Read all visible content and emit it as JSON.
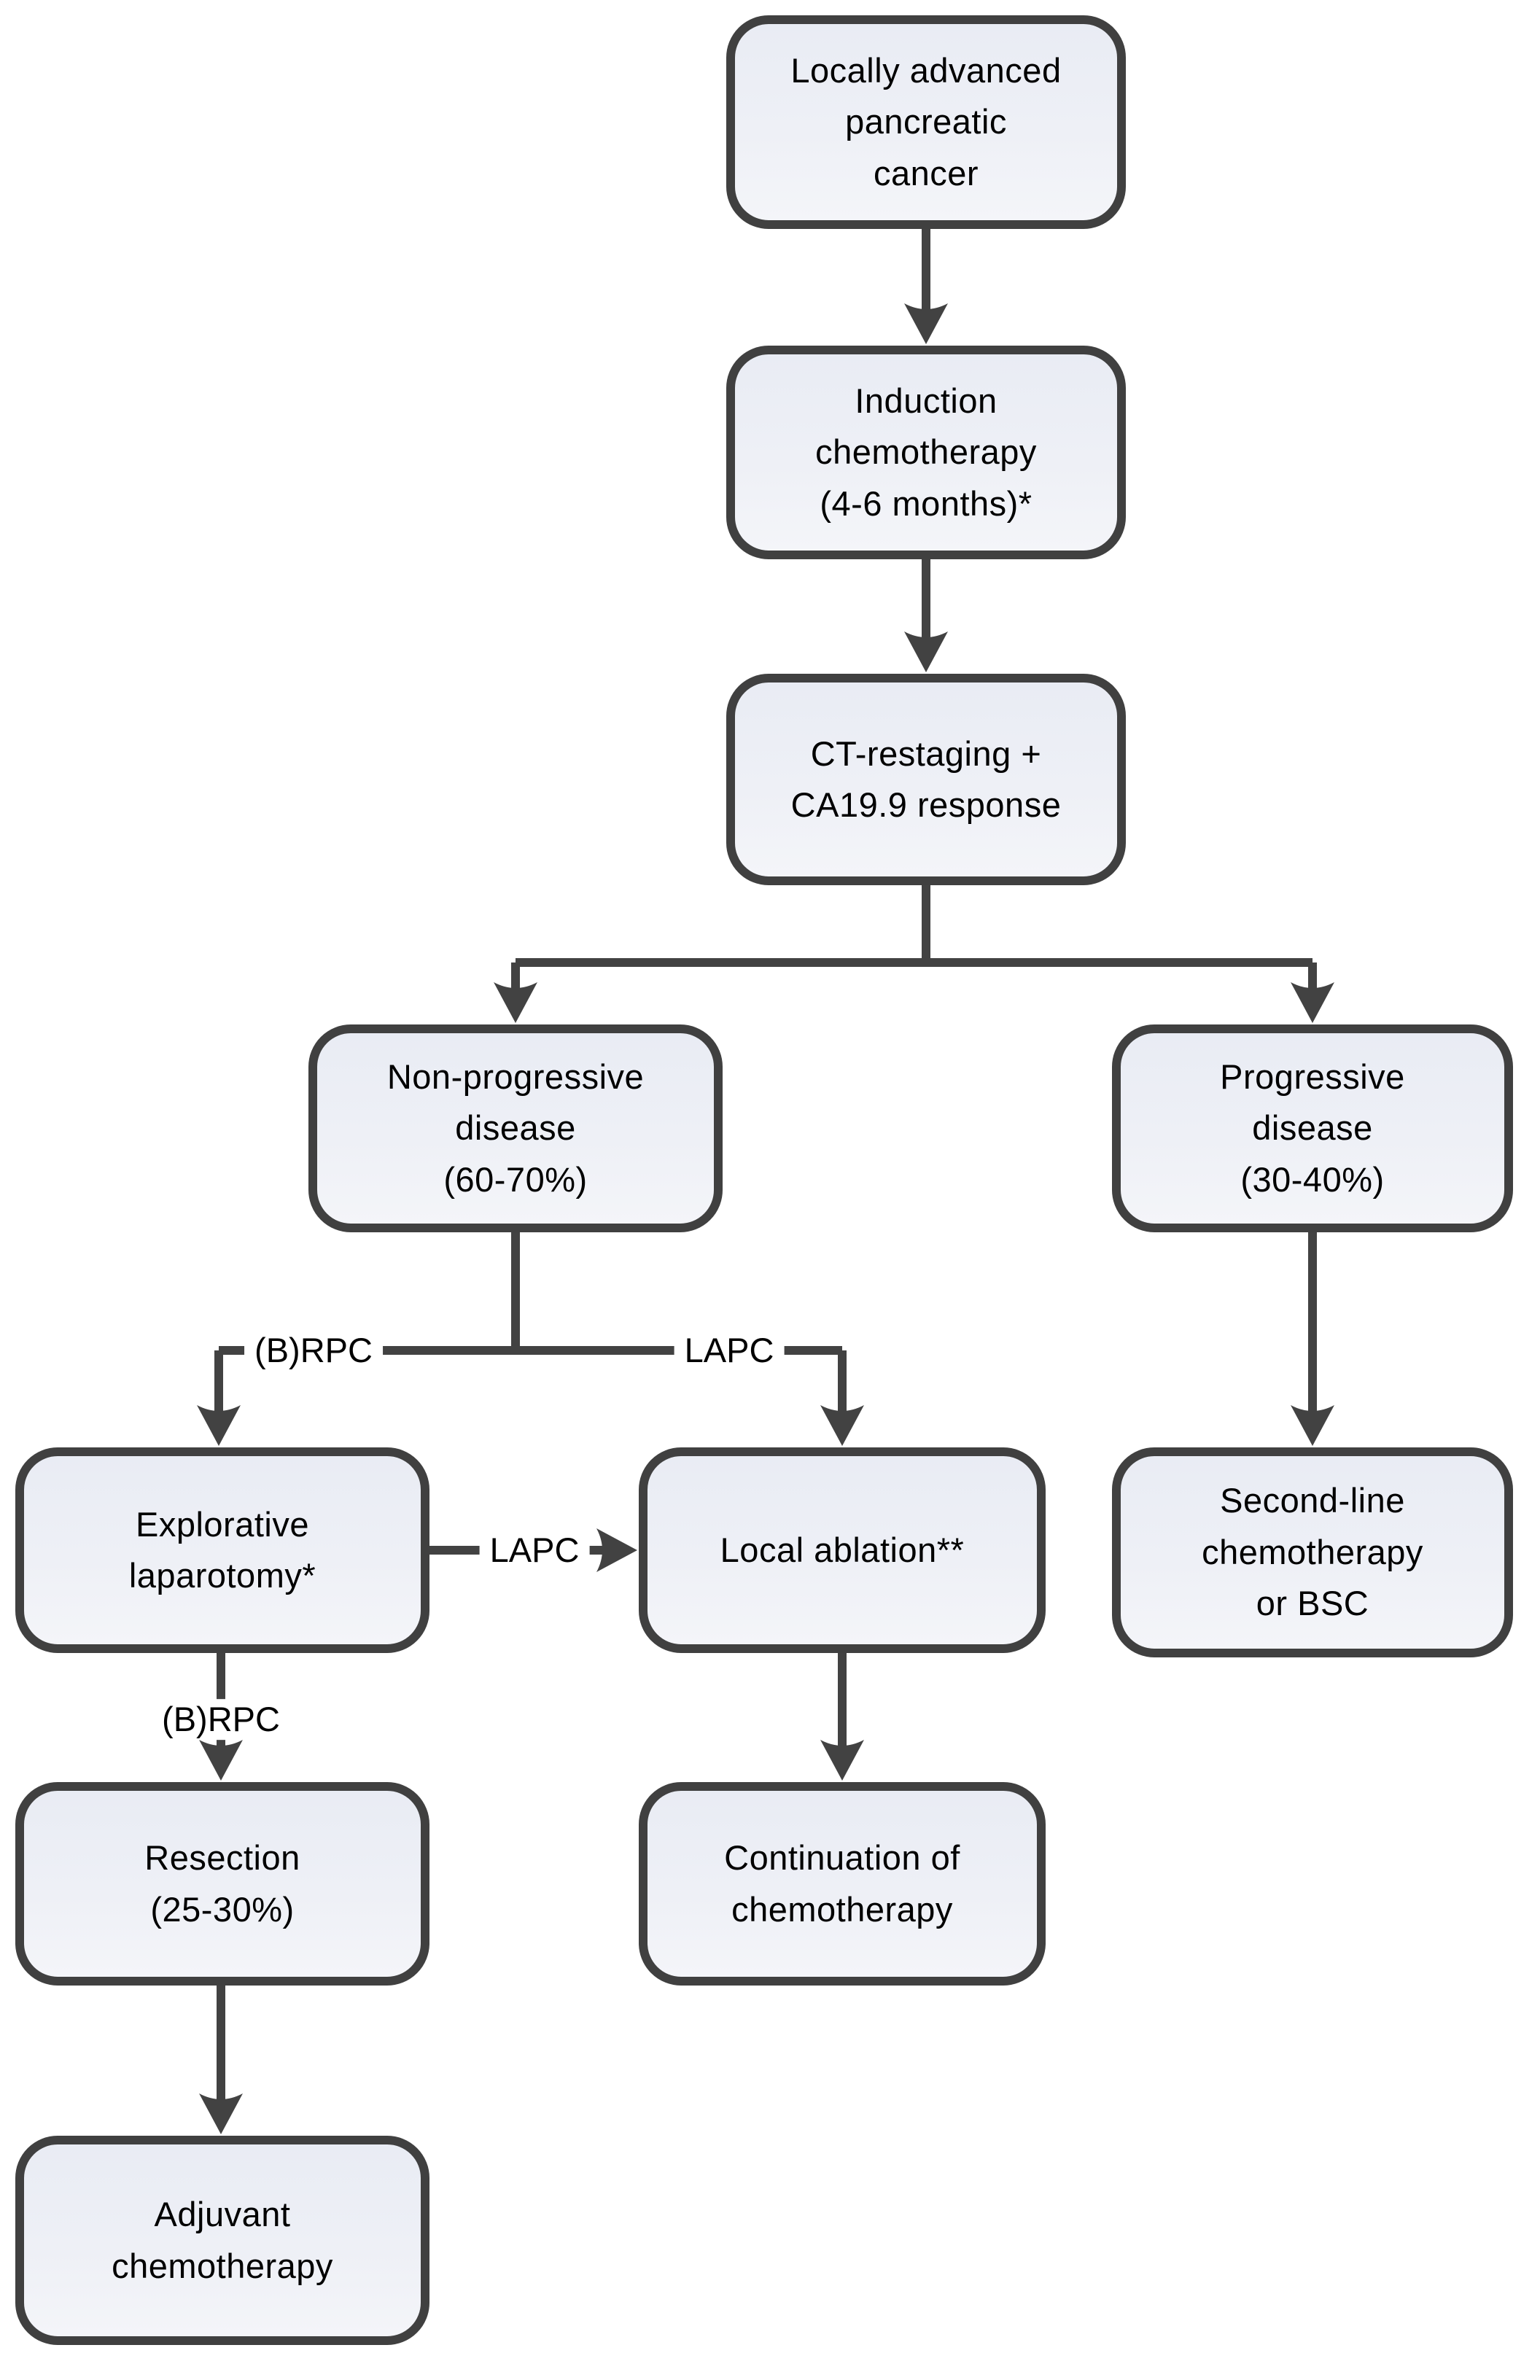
{
  "diagram": {
    "nodes": {
      "locally_advanced": {
        "label": "Locally advanced\npancreatic\ncancer"
      },
      "induction_chemo": {
        "label": "Induction\nchemotherapy\n(4-6 months)*"
      },
      "ct_restaging": {
        "label": "CT-restaging +\nCA19.9 response"
      },
      "non_progressive": {
        "label": "Non-progressive\ndisease\n(60-70%)"
      },
      "progressive": {
        "label": "Progressive\ndisease\n(30-40%)"
      },
      "explorative": {
        "label": "Explorative\nlaparotomy*"
      },
      "local_ablation": {
        "label": "Local ablation**"
      },
      "second_line": {
        "label": "Second-line\nchemotherapy\nor BSC"
      },
      "resection": {
        "label": "Resection\n(25-30%)"
      },
      "continuation": {
        "label": "Continuation of\nchemotherapy"
      },
      "adjuvant": {
        "label": "Adjuvant\nchemotherapy"
      }
    },
    "edge_labels": {
      "brpc_upper": "(B)RPC",
      "lapc_upper": "LAPC",
      "lapc_mid": "LAPC",
      "brpc_lower": "(B)RPC"
    },
    "colors": {
      "node_fill": "#eef0f6",
      "node_border": "#404040",
      "connector": "#424242",
      "text": "#000000",
      "background": "#ffffff"
    }
  }
}
